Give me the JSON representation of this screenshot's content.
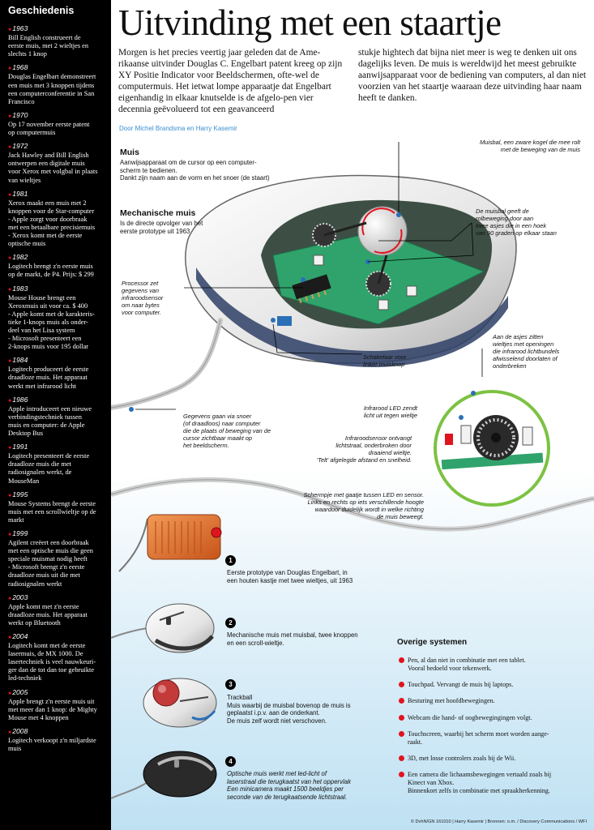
{
  "sidebar": {
    "title": "Geschiedenis",
    "items": [
      {
        "year": "1963",
        "text": "Bill English construeert de\neerste muis, met 2 wieltjes en\nslechts 1 knop"
      },
      {
        "year": "1968",
        "text": "Douglas Engelbart demonstreert\neen muis met 3 knoppen tijdens\neen computerconferentie in San\nFrancisco"
      },
      {
        "year": "1970",
        "text": "Op 17 november eerste patent\nop computermuis"
      },
      {
        "year": "1972",
        "text": "Jack Hawley and Bill English\nontwerpen een digitale muis\nvoor Xerox met volgbal in plaats\nvan wieltjes"
      },
      {
        "year": "1981",
        "text": "Xerox maakt een muis met 2\nknoppen voor de Star-computer\n- Apple zorgt voor doorbraak\nmet een betaalbare precisiemuis\n- Xerox komt met de eerste\noptische muis"
      },
      {
        "year": "1982",
        "text": "Logitech brengt z'n eerste muis\nop de markt, de P4. Prijs:  $ 299"
      },
      {
        "year": "1983",
        "text": "Mouse House brengt een\nXeroxmuis uit voor ca. $ 400\n- Apple komt met de karakteris-\ntieke 1-knops muis als onder-\ndeel van het Lisa system\n- Microsoft presenteert een\n2-knops muis voor 195 dollar"
      },
      {
        "year": "1984",
        "text": "Logitech produceert de eerste\ndraadloze muis. Het apparaat\nwerkt met infrarood licht"
      },
      {
        "year": "1986",
        "text": "Apple introduceert een nieuwe\nverbindingstechniek tussen\nmuis en computer: de Apple\nDesktop Bus"
      },
      {
        "year": "1991",
        "text": "Logitech presenteert de eerste\ndraadloze muis die met\nradiosignalen werkt, de\nMouseMan"
      },
      {
        "year": "1995",
        "text": "Mouse Systems brengt de eerste\nmuis met een scrollwieltje op de\nmarkt"
      },
      {
        "year": "1999",
        "text": "Agilent creëert een doorbraak\nmet een optische muis die geen\nspeciale muismat nodig heeft\n- Microsoft brengt z'n eerste\ndraadloze muis uit die met\nradiosignalen werkt"
      },
      {
        "year": "2003",
        "text": "Apple komt met z'n eerste\ndraadloze muis. Het apparaat\nwerkt op Bluetooth"
      },
      {
        "year": "2004",
        "text": "Logitech komt met de eerste\nlasermuis, de MX 1000. De\nlasertechniek is veel nauwkeuri-\nger dan de tot dan toe gebruikte\nled-techniek"
      },
      {
        "year": "2005",
        "text": "Apple brengt z'n eerste muis uit\nmet meer dan 1 knop: de Mighty\nMouse met 4 knoppen"
      },
      {
        "year": "2008",
        "text": "Logitech verkoopt z'n miljardste\nmuis"
      }
    ]
  },
  "headline": "Uitvinding met een staartje",
  "intro": {
    "left": "Morgen is het precies veertig jaar geleden dat de Ame-rikaanse uitvinder Douglas C. Engelbart patent kreeg op zijn XY Positie Indicator voor Beeldschermen, ofte-wel de computermuis. Het ietwat lompe apparaatje dat Engelbart eigenhandig in elkaar knutselde is de afgelo-pen vier decennia geëvolueerd tot een geavanceerd",
    "right": "stukje hightech dat bijna niet meer is weg te denken uit ons dagelijks leven. De muis is wereldwijd het meest gebruikte aanwijsapparaat voor de bediening van computers, al dan niet voorzien van het staartje waaraan deze uitvinding haar naam heeft te danken."
  },
  "byline": "Door Michel Brandsma en Harry Kasemir",
  "muis": {
    "title": "Muis",
    "desc": "Aanwijsapparaat om de cursor op een computer-\nscherm te bedienen.\nDankt zijn naam aan de vorm en het snoer (de staart)"
  },
  "mechanisch": {
    "title": "Mechanische muis",
    "desc": "Is de directe opvolger van het\neerste prototype uit 1963"
  },
  "callouts": {
    "muisbal": "Muisbal, een zware kogel die mee rolt\nmet de beweging van de muis",
    "rolbeweging": "De muisbal geeft de\nrolbeweging door aan\ntwee asjes die in een hoek\nvan 90 graden op elkaar staan",
    "processor": "Processor zet\ngegevens van\ninfraroodsensor\nom naar bytes\nvoor computer.",
    "schakelaar": "Schakelaar voor\nlinker muisknop",
    "asjes": "Aan de asjes zitten\nwieltjes met openingen\ndie infrarood lichtbundels\nafwisselend doorlaten of\nonderbreken",
    "snoer": "Gegevens gaan via snoer\n(of draadloos) naar computer\ndie de plaats of beweging van de\ncursor zichtbaar maakt op\nhet beeldscherm.",
    "led": "Infrarood LED zendt\nlicht uit tegen wieltje",
    "sensor": "Infraroodsensor ontvangt\nlichtstraal, onderbroken door\ndraaiend wieltje.\n'Telt' afgelegde afstand en snelheid.",
    "schermpje": "Schermpje met gaatje tussen LED en sensor.\nLinks en rechts op iets verschillende hoogte\nwaardoor duidelijk wordt in welke richting\nde muis beweegt."
  },
  "steps": [
    {
      "num": "1",
      "text": "Eerste prototype van Douglas Engelbart, in\neen houten kastje met twee wieltjes, uit 1963"
    },
    {
      "num": "2",
      "text": "Mechanische muis met muisbal, twee knoppen\nen een scroll-wieltje."
    },
    {
      "num": "3",
      "text": "Trackball\nMuis waarbij de muisbal bovenop de muis is\ngeplaatst i.p.v. aan de onderkant.\nDe muis zelf wordt niet verschoven."
    },
    {
      "num": "4",
      "text": "Optische muis werkt met led-licht of\nlaserstraal die terugkaatst van het oppervlak\nEen minicamera maakt 1500 beeldjes per\nseconde van de terugkaatsende lichtstraal."
    }
  ],
  "other": {
    "title": "Overige systemen",
    "items": [
      "Pen, al dan niet in combinatie met een tablet.\nVooral bedoeld voor tekenwerk.",
      "Touchpad. Vervangt de muis bij laptops.",
      "Besturing met hoofdbewegingen.",
      "Webcam die hand- of oogbewegingingen volgt.",
      "Touchscreen, waarbij het scherm moet worden aange-\nraakt.",
      "3D, met losse controlers zoals bij de Wii.",
      "Een camera die lichaamsbewegingen vertaald zoals bij\nKinect van Xbox.\nBinnenkort zelfs in combinatie met spraakherkenning."
    ]
  },
  "credit": "© DvhN/GN 161010 | Harry Kasemir | Bronnen: o.m. / Discovery Communications / WFI",
  "colors": {
    "sidebar_bg": "#000000",
    "bullet_red": "#e0141e",
    "byline_blue": "#3a8fd0",
    "circuit_green": "#2fa36b",
    "detail_ring": "#7cc242",
    "sky_blue": "#bfe1f3",
    "prototype_orange": "#e8742a"
  }
}
